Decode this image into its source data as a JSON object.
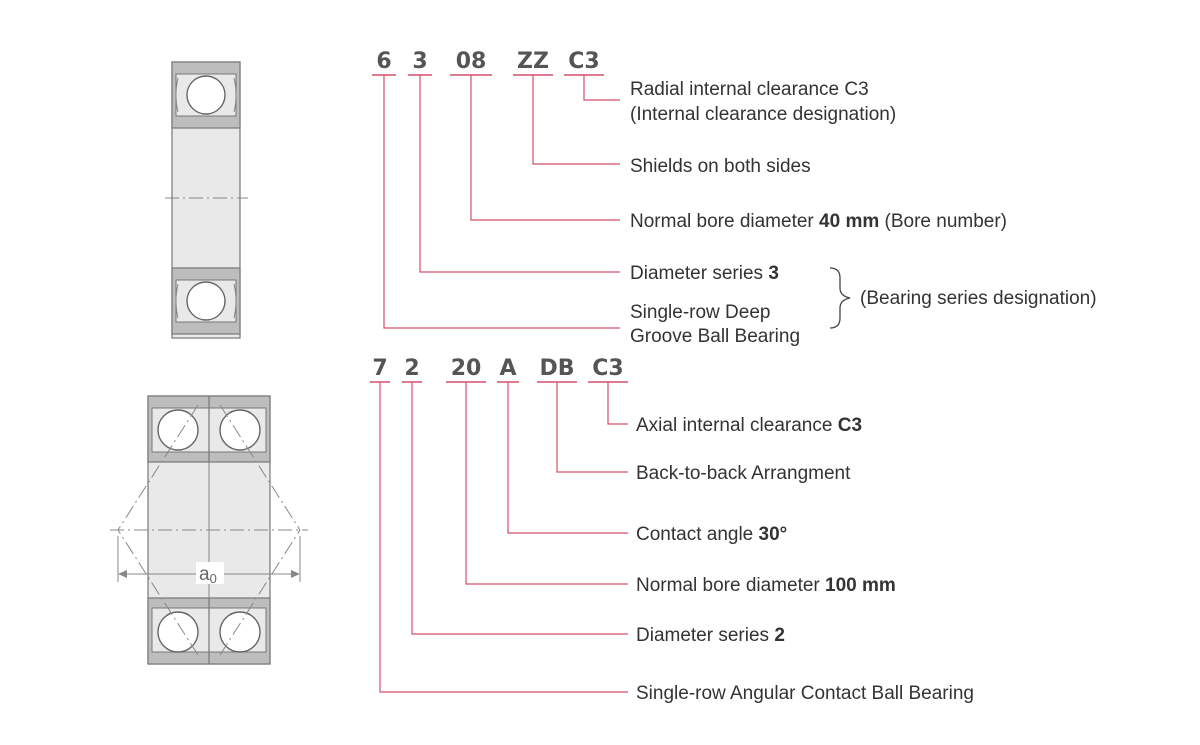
{
  "deep_groove": {
    "codes": [
      "6",
      "3",
      "08",
      "ZZ",
      "C3"
    ],
    "descriptions": [
      {
        "line1": "Radial internal clearance C3",
        "line2": "(Internal clearance designation)"
      },
      {
        "line1": "Shields on both sides"
      },
      {
        "pre": "Normal bore diameter ",
        "bold": "40 mm",
        "post": " (Bore number)"
      },
      {
        "pre": "Diameter series ",
        "bold": "3"
      },
      {
        "line1": "Single-row Deep",
        "line2": "Groove Ball Bearing"
      }
    ],
    "bracket_label": "(Bearing series designation)"
  },
  "angular_contact": {
    "codes": [
      "7",
      "2",
      "20",
      "A",
      "DB",
      "C3"
    ],
    "descriptions": [
      {
        "pre": "Axial internal clearance ",
        "bold": "C3"
      },
      {
        "pre": "Back-to-back Arrangment"
      },
      {
        "pre": "Contact angle ",
        "bold": "30°"
      },
      {
        "pre": "Normal bore diameter ",
        "bold": "100 mm"
      },
      {
        "pre": "Diameter series ",
        "bold": "2"
      },
      {
        "pre": "Single-row Angular Contact Ball Bearing"
      }
    ],
    "dimension_label": "a",
    "dimension_subscript": "0"
  },
  "colors": {
    "leader": "#d4506a",
    "code": "#555555",
    "text": "#333333"
  }
}
